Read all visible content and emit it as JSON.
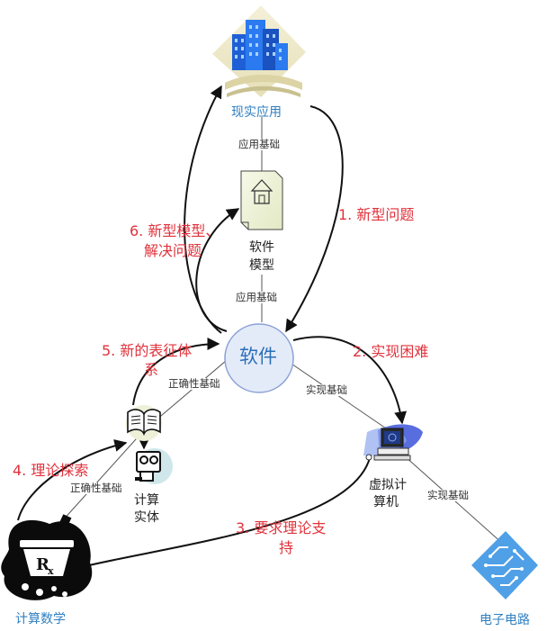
{
  "nodes": {
    "real_app": "现实应用",
    "software_model_1": "软件",
    "software_model_2": "模型",
    "software": "软件",
    "computing_entity_1": "计算",
    "computing_entity_2": "实体",
    "virtual_computer_1": "虚拟计",
    "virtual_computer_2": "算机",
    "computing_math": "计算数学",
    "circuit": "电子电路"
  },
  "edges": {
    "app_base_top": "应用基础",
    "app_base_mid": "应用基础",
    "correctness_upper": "正确性基础",
    "correctness_lower": "正确性基础",
    "impl_base_upper": "实现基础",
    "impl_base_lower": "实现基础"
  },
  "steps": {
    "s1": "1. 新型问题",
    "s2": "2. 实现困难",
    "s3_1": "3. 要求理论支",
    "s3_2": "持",
    "s4": "4. 理论探索",
    "s5_1": "5. 新的表征体",
    "s5_2": "系",
    "s6_1": "6. 新型模型、",
    "s6_2": "解决问题"
  },
  "icons": [
    "buildings-icon",
    "house-document-icon",
    "book-icon",
    "robot-icon",
    "computer-icon",
    "mortar-pestle-rx-icon",
    "circuit-chip-icon"
  ],
  "colors": {
    "node_label": "#2f7fc1",
    "step_label": "#e0323c",
    "software_circle_fill": "#e4ebf8",
    "software_circle_stroke": "#8aa0d6",
    "building_blue": "#1e5fd6",
    "chip_blue": "#4fa0e6"
  }
}
